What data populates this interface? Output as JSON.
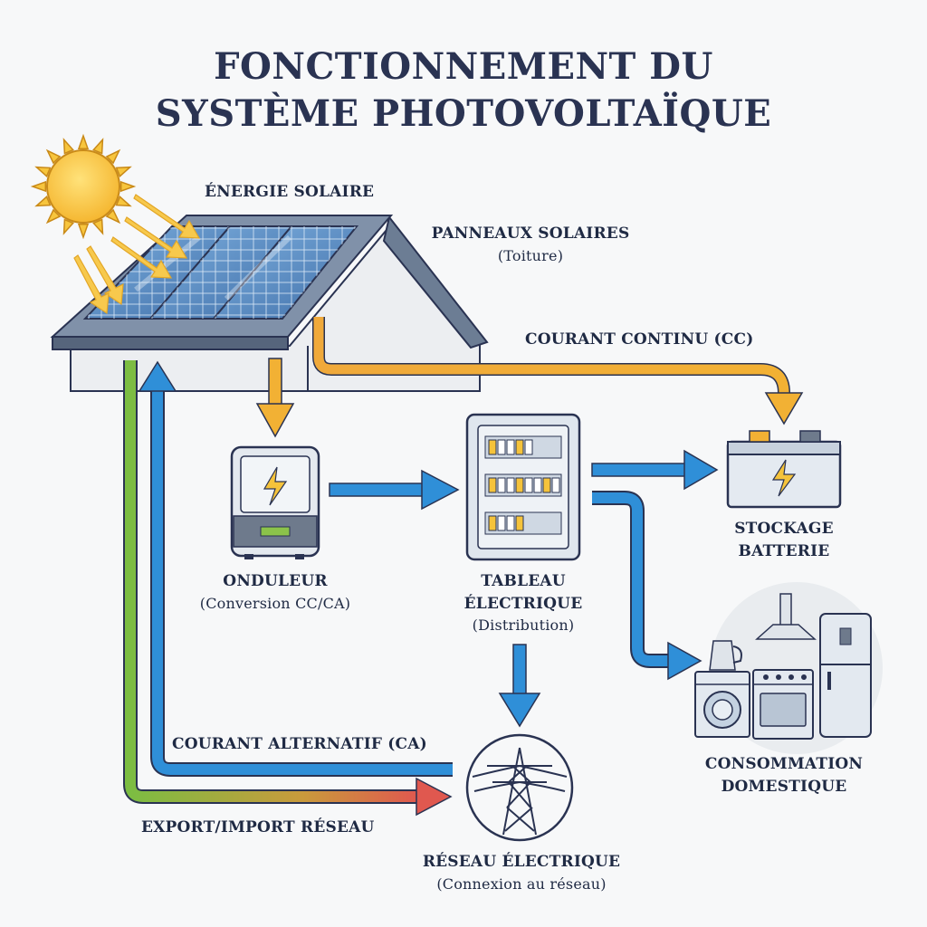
{
  "title": {
    "line1": "FONCTIONNEMENT DU",
    "line2": "SYSTÈME PHOTOVOLTAÏQUE"
  },
  "labels": {
    "solar_energy": "ÉNERGIE SOLAIRE",
    "panels": "PANNEAUX SOLAIRES",
    "panels_sub": "(Toiture)",
    "dc_current": "COURANT CONTINU (CC)",
    "inverter": "ONDULEUR",
    "inverter_sub": "(Conversion CC/CA)",
    "switchboard_l1": "TABLEAU",
    "switchboard_l2": "ÉLECTRIQUE",
    "switchboard_sub": "(Distribution)",
    "battery_l1": "STOCKAGE",
    "battery_l2": "BATTERIE",
    "consumption_l1": "CONSOMMATION",
    "consumption_l2": "DOMESTIQUE",
    "ac_current": "COURANT ALTERNATIF (CA)",
    "grid_export": "EXPORT/IMPORT RÉSEAU",
    "grid": "RÉSEAU ÉLECTRIQUE",
    "grid_sub": "(Connexion au réseau)"
  },
  "colors": {
    "dc_arrow": "#f2b134",
    "ac_arrow": "#2f8fd8",
    "grid_gradient_start": "#7cbd42",
    "grid_gradient_end": "#e0584f",
    "outline": "#2a3352"
  },
  "icons": [
    "sun-icon",
    "solar-panel-icon",
    "inverter-icon",
    "switchboard-icon",
    "battery-icon",
    "appliances-icon",
    "pylon-icon"
  ]
}
